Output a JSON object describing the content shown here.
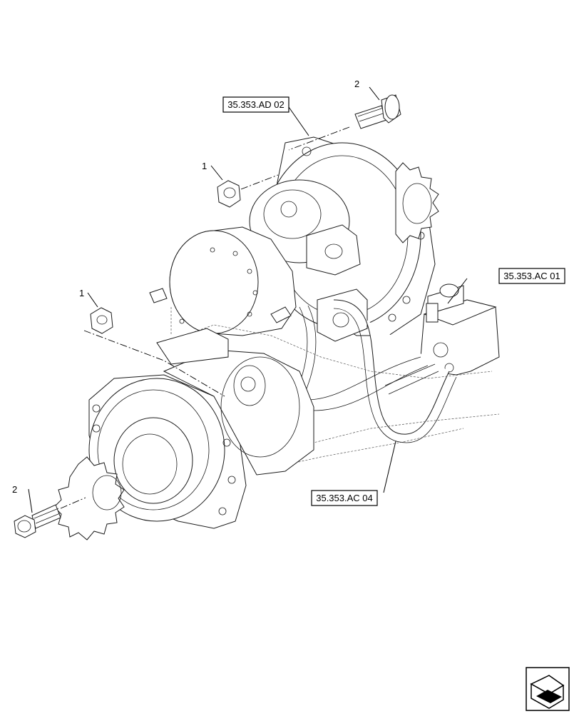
{
  "references": [
    {
      "id": "ref-ad02",
      "label": "35.353.AD 02"
    },
    {
      "id": "ref-ac01",
      "label": "35.353.AC 01"
    },
    {
      "id": "ref-ac04",
      "label": "35.353.AC 04"
    }
  ],
  "callouts": [
    {
      "id": "callout-bolt-top",
      "label": "2"
    },
    {
      "id": "callout-nut-top",
      "label": "1"
    },
    {
      "id": "callout-nut-left",
      "label": "1"
    },
    {
      "id": "callout-bolt-bottom",
      "label": "2"
    }
  ],
  "icons": {
    "navigation": "next-page-arrow-icon"
  }
}
